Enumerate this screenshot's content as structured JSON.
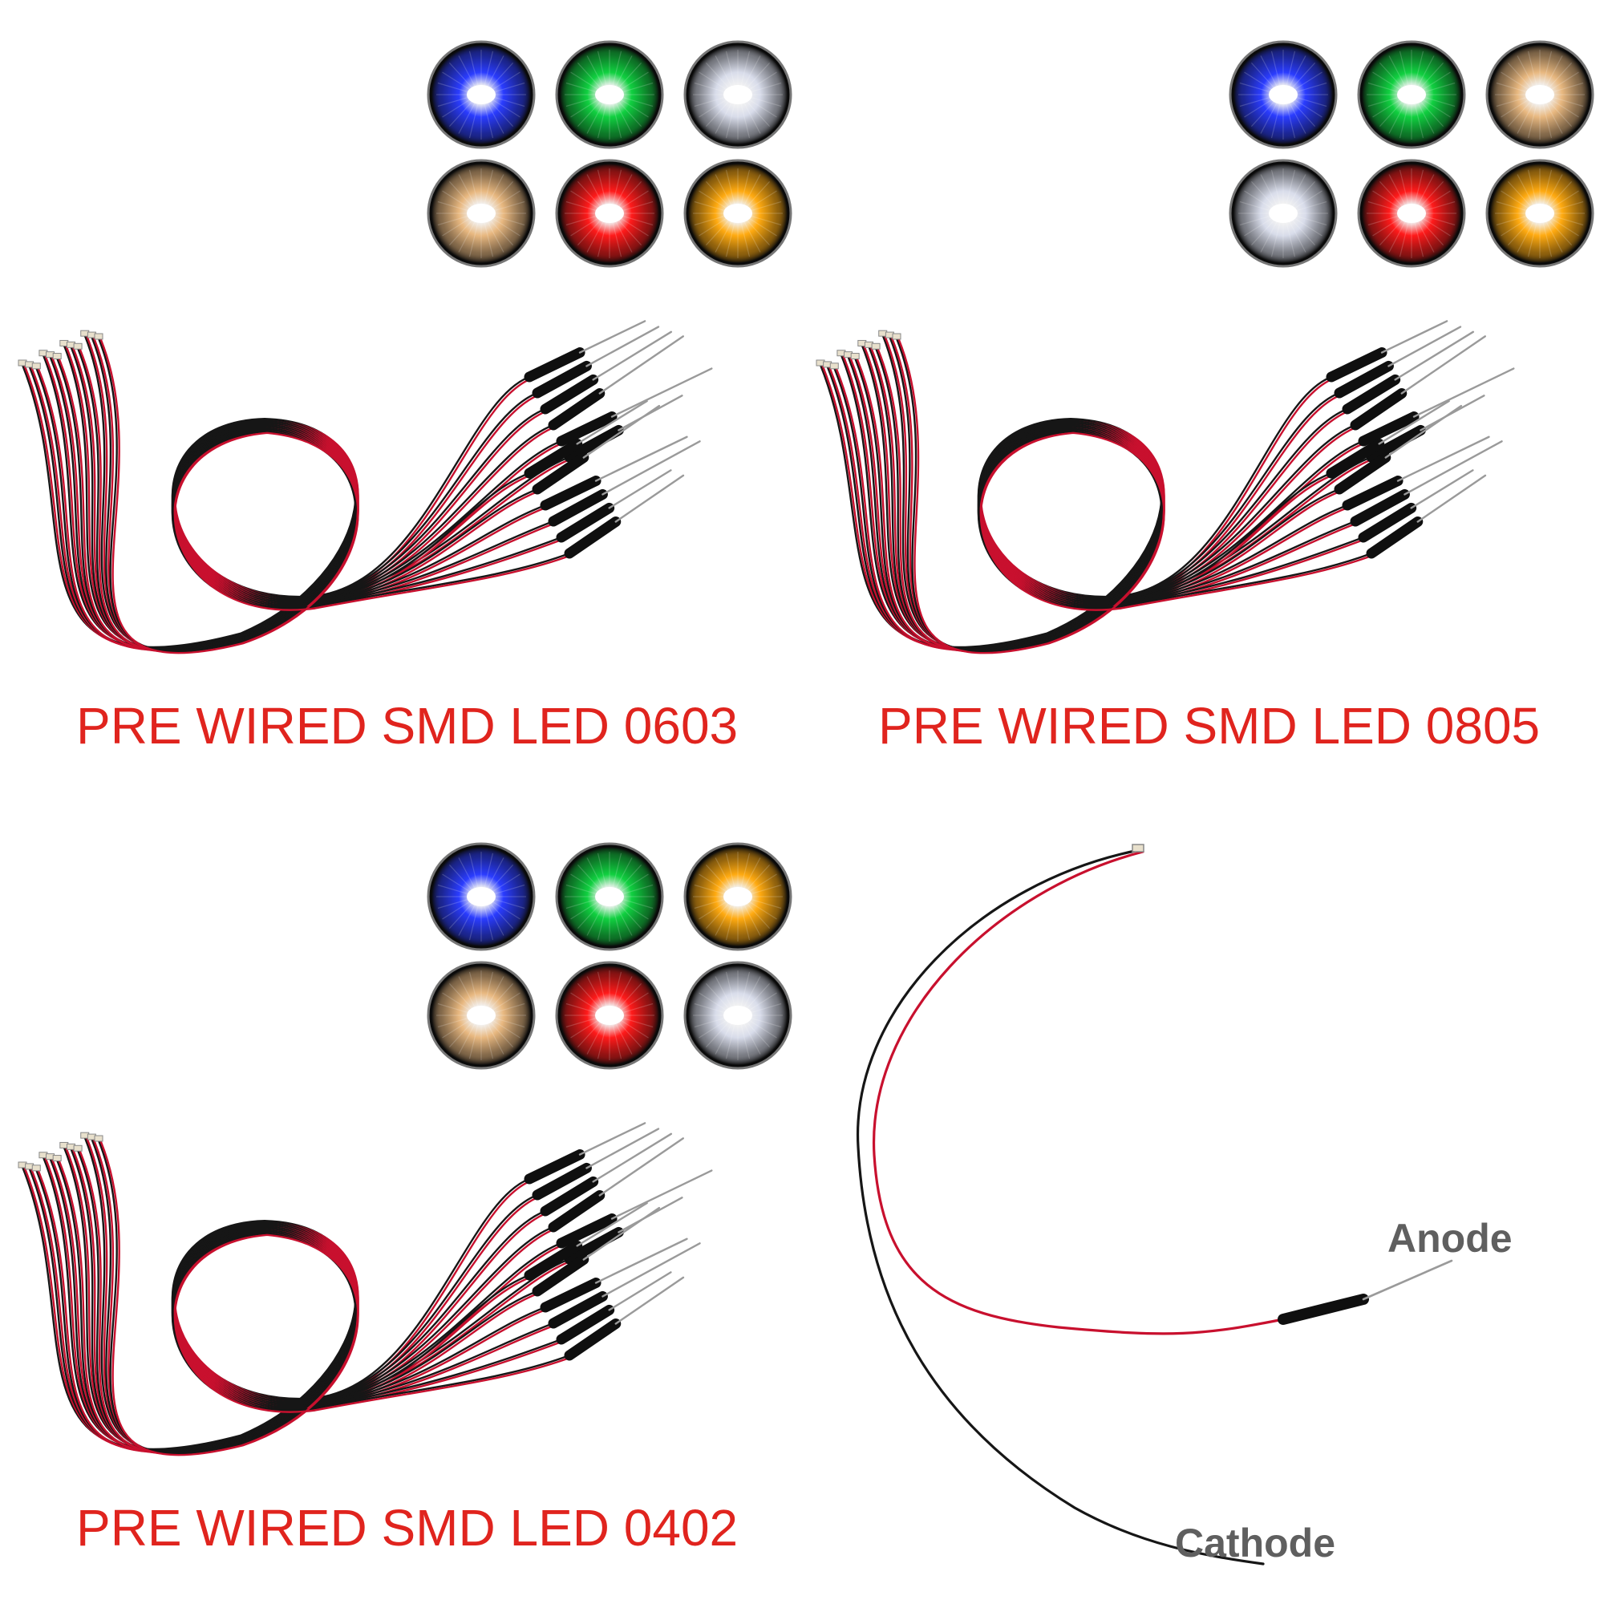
{
  "colors": {
    "caption": "#e0241e",
    "pin_label": "#5f5f5f",
    "wire_red": "#c8102e",
    "wire_black": "#161616",
    "sleeve": "#0f0f0f",
    "pin": "#9a9a9a"
  },
  "products": [
    {
      "caption": "PRE WIRED SMD LED 0603",
      "swatches": [
        "blue",
        "green",
        "white",
        "warm-white",
        "red",
        "orange"
      ]
    },
    {
      "caption": "PRE WIRED SMD LED 0805",
      "swatches": [
        "blue",
        "green",
        "warm-white",
        "white",
        "red",
        "orange"
      ]
    },
    {
      "caption": "PRE WIRED SMD LED 0402",
      "swatches": [
        "blue",
        "green",
        "orange",
        "warm-white",
        "red",
        "white"
      ]
    }
  ],
  "swatch_colors": {
    "blue": "#2a3cff",
    "green": "#10d040",
    "white": "#d8dcea",
    "warm-white": "#e8b880",
    "red": "#ff1a1a",
    "orange": "#ffaa10"
  },
  "single_led": {
    "anode_label": "Anode",
    "cathode_label": "Cathode"
  }
}
